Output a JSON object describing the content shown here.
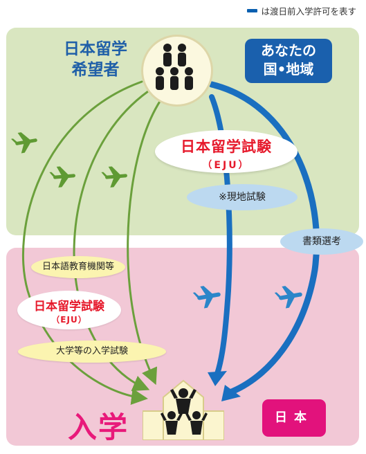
{
  "legend": {
    "text": "は渡日前入学許可を表す",
    "color": "#0a5fb0"
  },
  "hope_label": {
    "line1": "日本留学",
    "line2": "希望者"
  },
  "region_box": {
    "line1": "あなたの",
    "line2": "国•地域"
  },
  "eju_main": {
    "title": "日本留学試験",
    "abbr": "（EJU）"
  },
  "local_exam": "※現地試験",
  "document_screening": "書類選考",
  "japanese_school": "日本語教育機関等",
  "eju_japan": {
    "title": "日本留学試験",
    "abbr": "（EJU）"
  },
  "university_exam": "大学等の入学試験",
  "admission_label": "入学",
  "japan_box": "日本",
  "colors": {
    "green_route": "#6ba03c",
    "blue_route": "#1a6fc0",
    "green_zone": "#d9e6c0",
    "pink_zone": "#f2c8d6"
  },
  "icons": [
    "people-group-icon",
    "airplane-icon",
    "school-building-icon"
  ]
}
